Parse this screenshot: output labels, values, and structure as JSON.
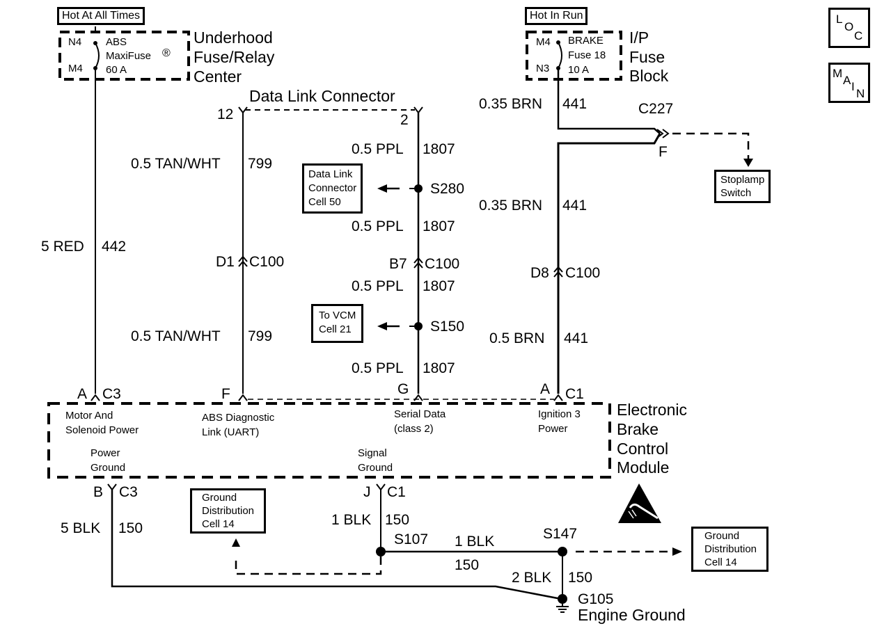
{
  "nav_buttons": {
    "loc": [
      "L",
      "O",
      "C"
    ],
    "main": [
      "M",
      "A",
      "I",
      "N"
    ]
  },
  "power_sources": {
    "underhood": {
      "tag": "Hot At All Times",
      "fuse_lines": [
        "ABS",
        "MaxiFuse",
        "60 A"
      ],
      "fuse_mark": "®",
      "pin_top": "N4",
      "pin_bottom": "M4",
      "title_lines": [
        "Underhood",
        "Fuse/Relay",
        "Center"
      ]
    },
    "ip_block": {
      "tag": "Hot In Run",
      "fuse_lines": [
        "BRAKE",
        "Fuse 18",
        "10 A"
      ],
      "pin_top": "M4",
      "pin_bottom": "N3",
      "title_lines": [
        "I/P",
        "Fuse",
        "Block"
      ]
    }
  },
  "dlc": {
    "title": "Data Link Connector",
    "pin_left": "12",
    "pin_right": "2"
  },
  "wires": {
    "red": {
      "size_color": "5 RED",
      "circuit": "442"
    },
    "tan_top": {
      "size_color": "0.5 TAN/WHT",
      "circuit": "799"
    },
    "tan_bottom": {
      "size_color": "0.5 TAN/WHT",
      "circuit": "799"
    },
    "ppl_1": {
      "size_color": "0.5 PPL",
      "circuit": "1807"
    },
    "ppl_2": {
      "size_color": "0.5 PPL",
      "circuit": "1807"
    },
    "ppl_3": {
      "size_color": "0.5 PPL",
      "circuit": "1807"
    },
    "ppl_4": {
      "size_color": "0.5 PPL",
      "circuit": "1807"
    },
    "brn_1": {
      "size_color": "0.35 BRN",
      "circuit": "441"
    },
    "brn_2": {
      "size_color": "0.35 BRN",
      "circuit": "441"
    },
    "brn_3": {
      "size_color": "0.5 BRN",
      "circuit": "441"
    },
    "blk_5": {
      "size_color": "5 BLK",
      "circuit": "150"
    },
    "blk_1v": {
      "size_color": "1 BLK",
      "circuit": "150"
    },
    "blk_1h": {
      "size_color": "1 BLK",
      "circuit": "150"
    },
    "blk_2": {
      "size_color": "2 BLK",
      "circuit": "150"
    }
  },
  "connectors": {
    "c100_d1": {
      "pin": "D1",
      "name": "C100"
    },
    "c100_b7": {
      "pin": "B7",
      "name": "C100"
    },
    "c100_d8": {
      "pin": "D8",
      "name": "C100"
    },
    "c227": {
      "name": "C227",
      "pin": "F"
    },
    "ac3": {
      "pin": "A",
      "name": "C3"
    },
    "f": {
      "pin": "F"
    },
    "g": {
      "pin": "G"
    },
    "ac1": {
      "pin": "A",
      "name": "C1"
    },
    "bc3": {
      "pin": "B",
      "name": "C3"
    },
    "jc1": {
      "pin": "J",
      "name": "C1"
    }
  },
  "splices": {
    "s280": "S280",
    "s150": "S150",
    "s107": "S107",
    "s147": "S147"
  },
  "ground": {
    "id": "G105",
    "label": "Engine Ground"
  },
  "references": {
    "dlc_cell": [
      "Data Link",
      "Connector",
      "Cell 50"
    ],
    "vcm_cell": [
      "To VCM",
      "Cell 21"
    ],
    "stoplamp": [
      "Stoplamp",
      "Switch"
    ],
    "gnd_left": [
      "Ground",
      "Distribution",
      "Cell 14"
    ],
    "gnd_right": [
      "Ground",
      "Distribution",
      "Cell 14"
    ]
  },
  "ebcm": {
    "title_lines": [
      "Electronic",
      "Brake",
      "Control",
      "Module"
    ],
    "pins": {
      "motor": [
        "Motor And",
        "Solenoid Power"
      ],
      "abs_link": [
        "ABS Diagnostic",
        "Link (UART)"
      ],
      "serial": [
        "Serial Data",
        "(class 2)"
      ],
      "ignition": [
        "Ignition 3",
        "Power"
      ],
      "power_ground": [
        "Power",
        "Ground"
      ],
      "signal_ground": [
        "Signal",
        "Ground"
      ]
    }
  }
}
